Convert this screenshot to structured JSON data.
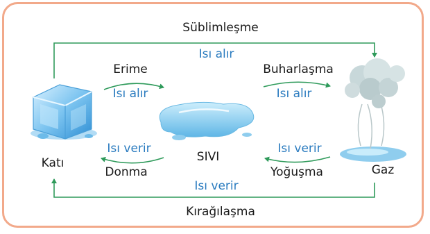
{
  "top_label": "Süblimleşme",
  "top_heat": "Isı alır",
  "melt_label": "Erime",
  "melt_heat": "Isı alır",
  "evap_label": "Buharlaşma",
  "evap_heat": "Isı alır",
  "freeze_heat": "Isı verir",
  "freeze_label": "Donma",
  "cond_heat": "Isı verir",
  "cond_label": "Yoğuşma",
  "bottom_heat": "Isı verir",
  "bottom_label": "Kırağılaşma",
  "solid": "Katı",
  "liquid": "SIVI",
  "gas": "Gaz",
  "colors": {
    "arrow": "#2e9a5a",
    "heat_text": "#2a7bbf",
    "border": "#f2a98a"
  }
}
